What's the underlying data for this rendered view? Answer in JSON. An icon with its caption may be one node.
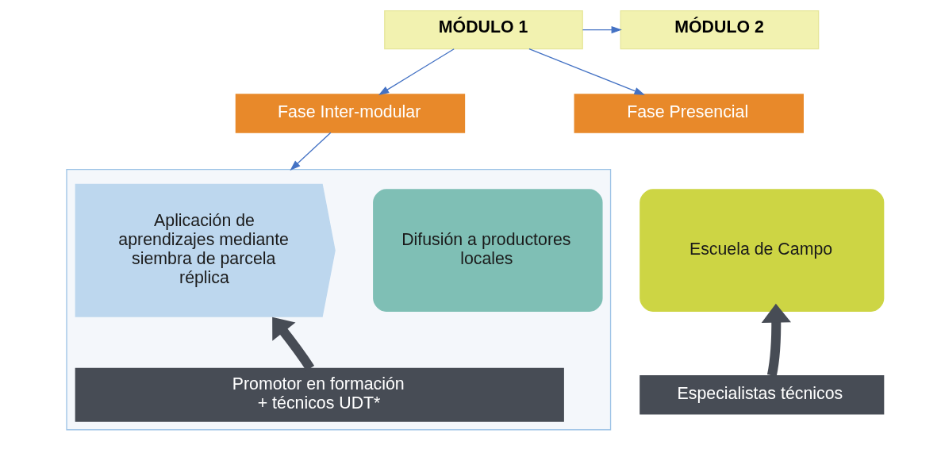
{
  "diagram": {
    "nodes": [
      {
        "text": [
          "MÓDULO 1"
        ]
      },
      {
        "text": [
          "MÓDULO 2"
        ]
      },
      {
        "text": [
          "Fase Presencial"
        ]
      },
      {
        "text": [
          "Fase Inter-modular"
        ]
      },
      {
        "text": [
          "Escuela de Campo"
        ]
      },
      {
        "text": [
          "Especialistas técnicos"
        ]
      },
      {
        "text": [],
        "shape": "box"
      },
      {
        "text": [
          "Aplicación de aprendizajes mediante siembra de parcela réplica"
        ],
        "in": 6
      },
      {
        "text": [
          "Difusión a productores locales"
        ],
        "in": 6
      },
      {
        "text": [
          "Promotor en formación + técnicos UDT*"
        ],
        "in": 6
      }
    ],
    "edges": [
      {
        "from": 0,
        "to": 2,
        "arrow": "to"
      },
      {
        "from": 0,
        "to": 3,
        "arrow": "to"
      },
      {
        "from": 0,
        "to": 1,
        "arrow": "to"
      },
      {
        "from": 3,
        "to": 6,
        "arrow": "to"
      },
      {
        "from": 5,
        "to": 4,
        "arrow": "to",
        "style": "thick",
        "color": "#474c55"
      },
      {
        "from": 9,
        "to": 7,
        "arrow": "to",
        "style": "thick",
        "color": "#474c55"
      }
    ]
  }
}
